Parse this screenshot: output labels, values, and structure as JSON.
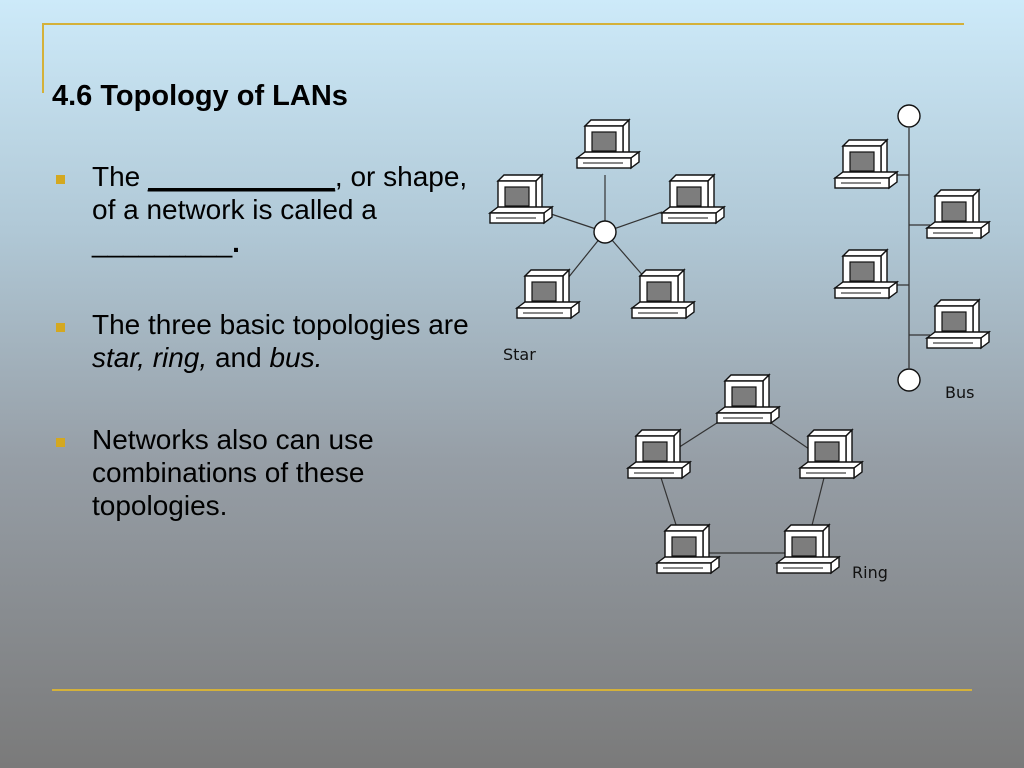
{
  "slide": {
    "title": "4.6 Topology of LANs",
    "bullets": [
      {
        "parts": [
          {
            "text": "The ",
            "style": "normal"
          },
          {
            "text": "____________",
            "style": "underline"
          },
          {
            "text": ", or shape, of a network is called a ",
            "style": "normal"
          },
          {
            "text": "_________",
            "style": "normal"
          },
          {
            "text": ".",
            "style": "bold"
          }
        ]
      },
      {
        "parts": [
          {
            "text": "The three basic topologies are ",
            "style": "normal"
          },
          {
            "text": "star, ring,",
            "style": "italic"
          },
          {
            "text": " and ",
            "style": "normal"
          },
          {
            "text": "bus.",
            "style": "italic"
          }
        ]
      },
      {
        "parts": [
          {
            "text": "Networks also can use combinations of these topologies.",
            "style": "normal"
          }
        ]
      }
    ],
    "accent_color": "#d4b13a",
    "bullet_color": "#d4a820"
  },
  "diagram": {
    "star_label": "Star",
    "bus_label": "Bus",
    "ring_label": "Ring"
  }
}
